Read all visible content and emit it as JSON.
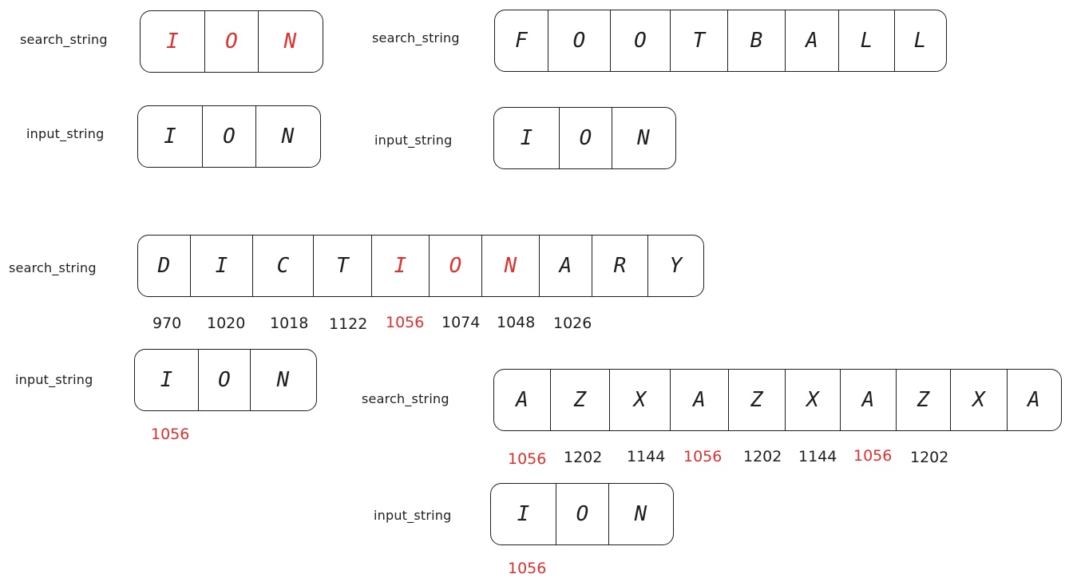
{
  "label_search": "search_string",
  "label_input": "input_string",
  "diagram1": {
    "search_string": [
      "I",
      "O",
      "N"
    ],
    "search_highlight": [
      true,
      true,
      true
    ],
    "input_string": [
      "I",
      "O",
      "N"
    ]
  },
  "diagram2": {
    "search_string": [
      "F",
      "O",
      "O",
      "T",
      "B",
      "A",
      "L",
      "L"
    ],
    "input_string": [
      "I",
      "O",
      "N"
    ]
  },
  "diagram3": {
    "search_string": [
      "D",
      "I",
      "C",
      "T",
      "I",
      "O",
      "N",
      "A",
      "R",
      "Y"
    ],
    "search_highlight": [
      false,
      false,
      false,
      false,
      true,
      true,
      true,
      false,
      false,
      false
    ],
    "hashes": [
      "970",
      "1020",
      "1018",
      "1122",
      "1056",
      "1074",
      "1048",
      "1026"
    ],
    "hash_highlight": [
      false,
      false,
      false,
      false,
      true,
      false,
      false,
      false
    ],
    "input_string": [
      "I",
      "O",
      "N"
    ],
    "input_hash": "1056",
    "input_hash_color": "#e03131"
  },
  "diagram4": {
    "search_string": [
      "A",
      "Z",
      "X",
      "A",
      "Z",
      "X",
      "A",
      "Z",
      "X",
      "A"
    ],
    "hashes": [
      "1056",
      "1202",
      "1144",
      "1056",
      "1202",
      "1144",
      "1056",
      "1202"
    ],
    "hash_highlight": [
      true,
      false,
      false,
      true,
      false,
      false,
      true,
      false
    ],
    "input_string": [
      "I",
      "O",
      "N"
    ],
    "input_hash": "1056",
    "input_hash_color": "#e03131"
  },
  "colors": {
    "stroke": "#1e1e1e",
    "highlight": "#e03131"
  }
}
